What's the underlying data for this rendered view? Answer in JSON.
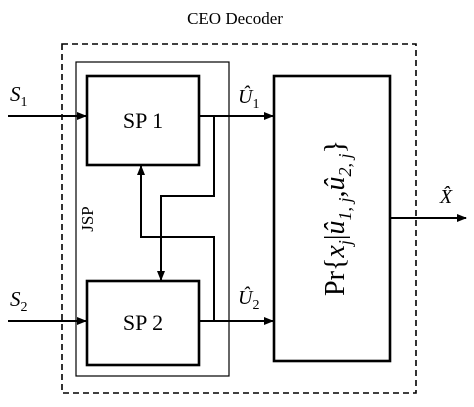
{
  "diagram": {
    "title": "CEO Decoder",
    "inputs": [
      {
        "symbol": "S",
        "sub": "1"
      },
      {
        "symbol": "S",
        "sub": "2"
      }
    ],
    "jsp_label": "JSP",
    "blocks": [
      {
        "label": "SP 1"
      },
      {
        "label": "SP 2"
      }
    ],
    "estimates": [
      {
        "symbol": "Û",
        "sub": "1"
      },
      {
        "symbol": "Û",
        "sub": "2"
      }
    ],
    "prob_block": {
      "pr": "Pr{",
      "x": "x",
      "j": "j",
      "bar": "|",
      "u1": "û",
      "u1_sub": "1, j",
      "comma": ",",
      "u2": "û",
      "u2_sub": "2, j",
      "close": "}"
    },
    "output": {
      "symbol": "X̂"
    }
  }
}
